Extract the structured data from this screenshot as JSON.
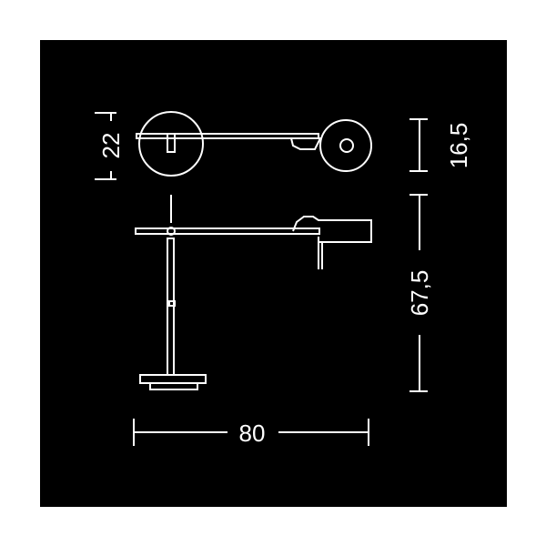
{
  "colors": {
    "background": "#000000",
    "page": "#ffffff",
    "line": "#ffffff"
  },
  "dimensions": {
    "top_view_height": "22",
    "shade_height": "16,5",
    "lamp_height": "67,5",
    "total_width": "80"
  }
}
